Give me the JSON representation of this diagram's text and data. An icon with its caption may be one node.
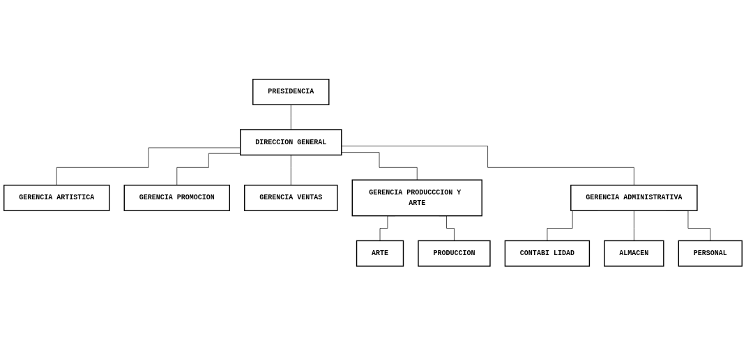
{
  "diagram": {
    "nodes": [
      {
        "text": [
          "PRESIDENCIA"
        ]
      },
      {
        "text": [
          "DIRECCION GENERAL"
        ]
      },
      {
        "text": [
          "GERENCIA ARTISTICA"
        ]
      },
      {
        "text": [
          "GERENCIA PROMOCION"
        ]
      },
      {
        "text": [
          "GERENCIA VENTAS"
        ]
      },
      {
        "text": [
          "GERENCIA PRODUCCCION Y ARTE"
        ]
      },
      {
        "text": [
          "GERENCIA ADMINISTRATIVA"
        ]
      },
      {
        "text": [
          "ARTE"
        ]
      },
      {
        "text": [
          "PRODUCCION"
        ]
      },
      {
        "text": [
          "CONTABI LIDAD"
        ]
      },
      {
        "text": [
          "ALMACEN"
        ]
      },
      {
        "text": [
          "PERSONAL"
        ]
      }
    ],
    "edges": [
      {
        "from": 0,
        "to": 1,
        "arrow": "none"
      },
      {
        "from": 1,
        "to": 2,
        "arrow": "none"
      },
      {
        "from": 1,
        "to": 3,
        "arrow": "none"
      },
      {
        "from": 1,
        "to": 4,
        "arrow": "none"
      },
      {
        "from": 1,
        "to": 5,
        "arrow": "none"
      },
      {
        "from": 1,
        "to": 6,
        "arrow": "none"
      },
      {
        "from": 5,
        "to": 7,
        "arrow": "none"
      },
      {
        "from": 5,
        "to": 8,
        "arrow": "none"
      },
      {
        "from": 6,
        "to": 9,
        "arrow": "none"
      },
      {
        "from": 6,
        "to": 10,
        "arrow": "none"
      },
      {
        "from": 6,
        "to": 11,
        "arrow": "none"
      }
    ]
  }
}
